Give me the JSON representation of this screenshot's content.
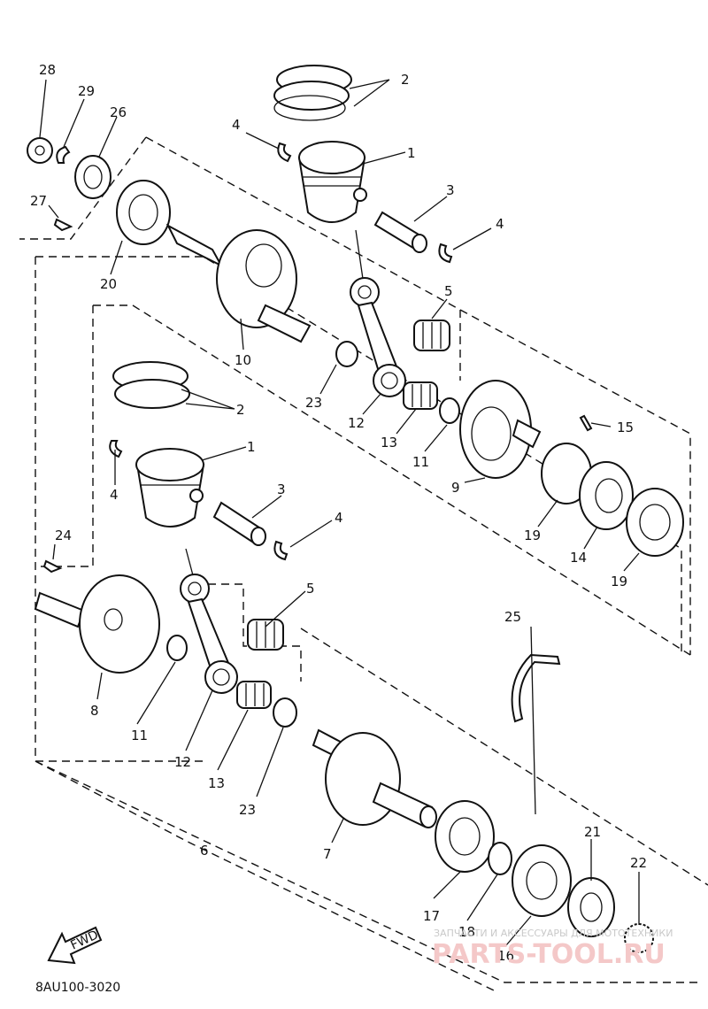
{
  "diagram": {
    "labels": {
      "l1a": "1",
      "l2a": "2",
      "l3a": "3",
      "l4a": "4",
      "l4b": "4",
      "l5a": "5",
      "l10": "10",
      "l20": "20",
      "l23a": "23",
      "l12a": "12",
      "l13a": "13",
      "l11a": "11",
      "l9": "9",
      "l15": "15",
      "l19a": "19",
      "l14": "14",
      "l19b": "19",
      "l26": "26",
      "l27": "27",
      "l28": "28",
      "l29": "29",
      "l2b": "2",
      "l1b": "1",
      "l3b": "3",
      "l4c": "4",
      "l4d": "4",
      "l5b": "5",
      "l24": "24",
      "l8": "8",
      "l11b": "11",
      "l12b": "12",
      "l13b": "13",
      "l23b": "23",
      "l6": "6",
      "l7": "7",
      "l17": "17",
      "l18": "18",
      "l16": "16",
      "l21": "21",
      "l22": "22",
      "l25": "25"
    },
    "fwd": "FWD",
    "code": "8AU100-3020"
  },
  "watermark": {
    "line1": "ЗАПЧАСТИ И АКСЕССУАРЫ ДЛЯ МОТОТЕХНИКИ",
    "line2": "PARTS-TOOL.RU"
  }
}
